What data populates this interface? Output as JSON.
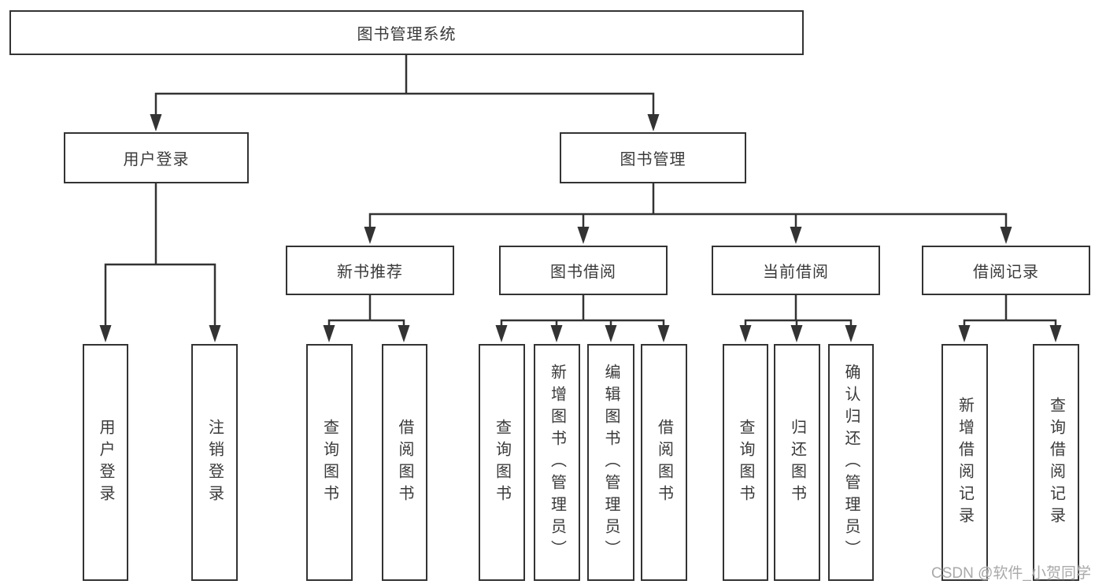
{
  "tree": {
    "label": "图书管理系统",
    "children": [
      {
        "label": "用户登录",
        "children": [
          {
            "label": "用户登录"
          },
          {
            "label": "注销登录"
          }
        ]
      },
      {
        "label": "图书管理",
        "children": [
          {
            "label": "新书推荐",
            "children": [
              {
                "label": "查询图书"
              },
              {
                "label": "借阅图书"
              }
            ]
          },
          {
            "label": "图书借阅",
            "children": [
              {
                "label": "查询图书"
              },
              {
                "label": "新增图书（管理员）"
              },
              {
                "label": "编辑图书（管理员）"
              },
              {
                "label": "借阅图书"
              }
            ]
          },
          {
            "label": "当前借阅",
            "children": [
              {
                "label": "查询图书"
              },
              {
                "label": "归还图书"
              },
              {
                "label": "确认归还（管理员）"
              }
            ]
          },
          {
            "label": "借阅记录",
            "children": [
              {
                "label": "新增借阅记录"
              },
              {
                "label": "查询借阅记录"
              }
            ]
          }
        ]
      }
    ]
  },
  "watermark": {
    "text": "CSDN @软件_小贺同学"
  },
  "colors": {
    "line": "#333333",
    "text": "#3a3a3a",
    "box_background": "#ffffff",
    "page_background": "#ffffff",
    "watermark": "#a9a9a9"
  }
}
